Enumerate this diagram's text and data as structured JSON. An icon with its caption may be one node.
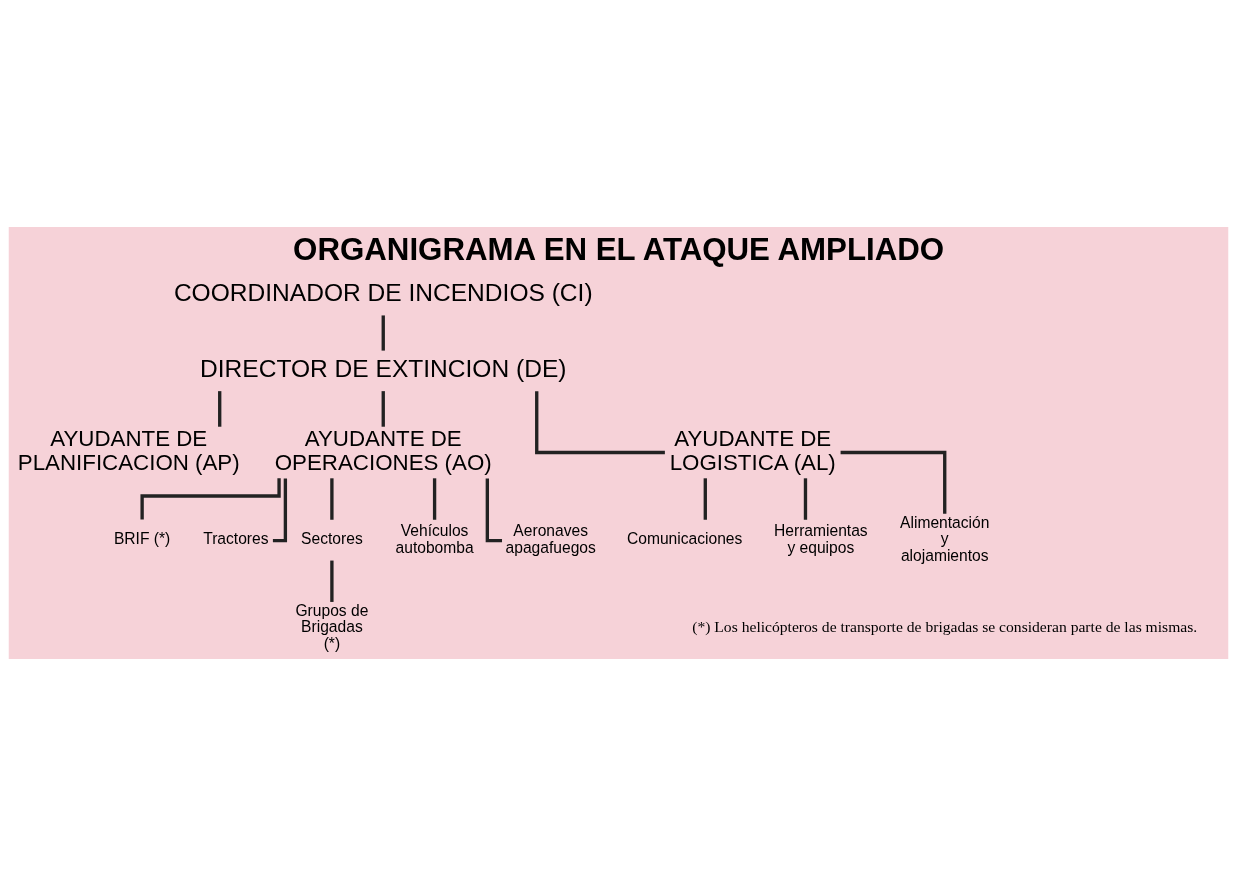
{
  "diagram": {
    "title": "ORGANIGRAMA EN EL ATAQUE AMPLIADO",
    "nodes": [
      {
        "text": [
          "COORDINADOR DE INCENDIOS (CI)"
        ]
      },
      {
        "text": [
          "DIRECTOR DE EXTINCION (DE)"
        ]
      },
      {
        "text": [
          "AYUDANTE DE PLANIFICACION (AP)"
        ]
      },
      {
        "text": [
          "AYUDANTE DE OPERACIONES (AO)"
        ]
      },
      {
        "text": [
          "AYUDANTE DE LOGISTICA (AL)"
        ]
      },
      {
        "text": [
          "BRIF (*)"
        ]
      },
      {
        "text": [
          "Tractores"
        ]
      },
      {
        "text": [
          "Sectores"
        ]
      },
      {
        "text": [
          "Grupos de Brigadas (*)"
        ]
      },
      {
        "text": [
          "Vehículos autobomba"
        ]
      },
      {
        "text": [
          "Aeronaves apagafuegos"
        ]
      },
      {
        "text": [
          "Comunicaciones"
        ]
      },
      {
        "text": [
          "Herramientas y equipos"
        ]
      },
      {
        "text": [
          "Alimentación y alojamientos"
        ]
      }
    ],
    "edges": [
      {
        "from": 0,
        "to": 1,
        "arrow": "none"
      },
      {
        "from": 1,
        "to": 2,
        "arrow": "none"
      },
      {
        "from": 1,
        "to": 3,
        "arrow": "none"
      },
      {
        "from": 1,
        "to": 4,
        "arrow": "none"
      },
      {
        "from": 3,
        "to": 5,
        "arrow": "none"
      },
      {
        "from": 3,
        "to": 6,
        "arrow": "none"
      },
      {
        "from": 3,
        "to": 7,
        "arrow": "none"
      },
      {
        "from": 7,
        "to": 8,
        "arrow": "none"
      },
      {
        "from": 3,
        "to": 9,
        "arrow": "none"
      },
      {
        "from": 3,
        "to": 10,
        "arrow": "none"
      },
      {
        "from": 4,
        "to": 11,
        "arrow": "none"
      },
      {
        "from": 4,
        "to": 12,
        "arrow": "none"
      },
      {
        "from": 4,
        "to": 13,
        "arrow": "none"
      }
    ],
    "labels": [
      "(*) Los helicópteros de transporte de brigadas se consideran parte de las mismas."
    ]
  }
}
